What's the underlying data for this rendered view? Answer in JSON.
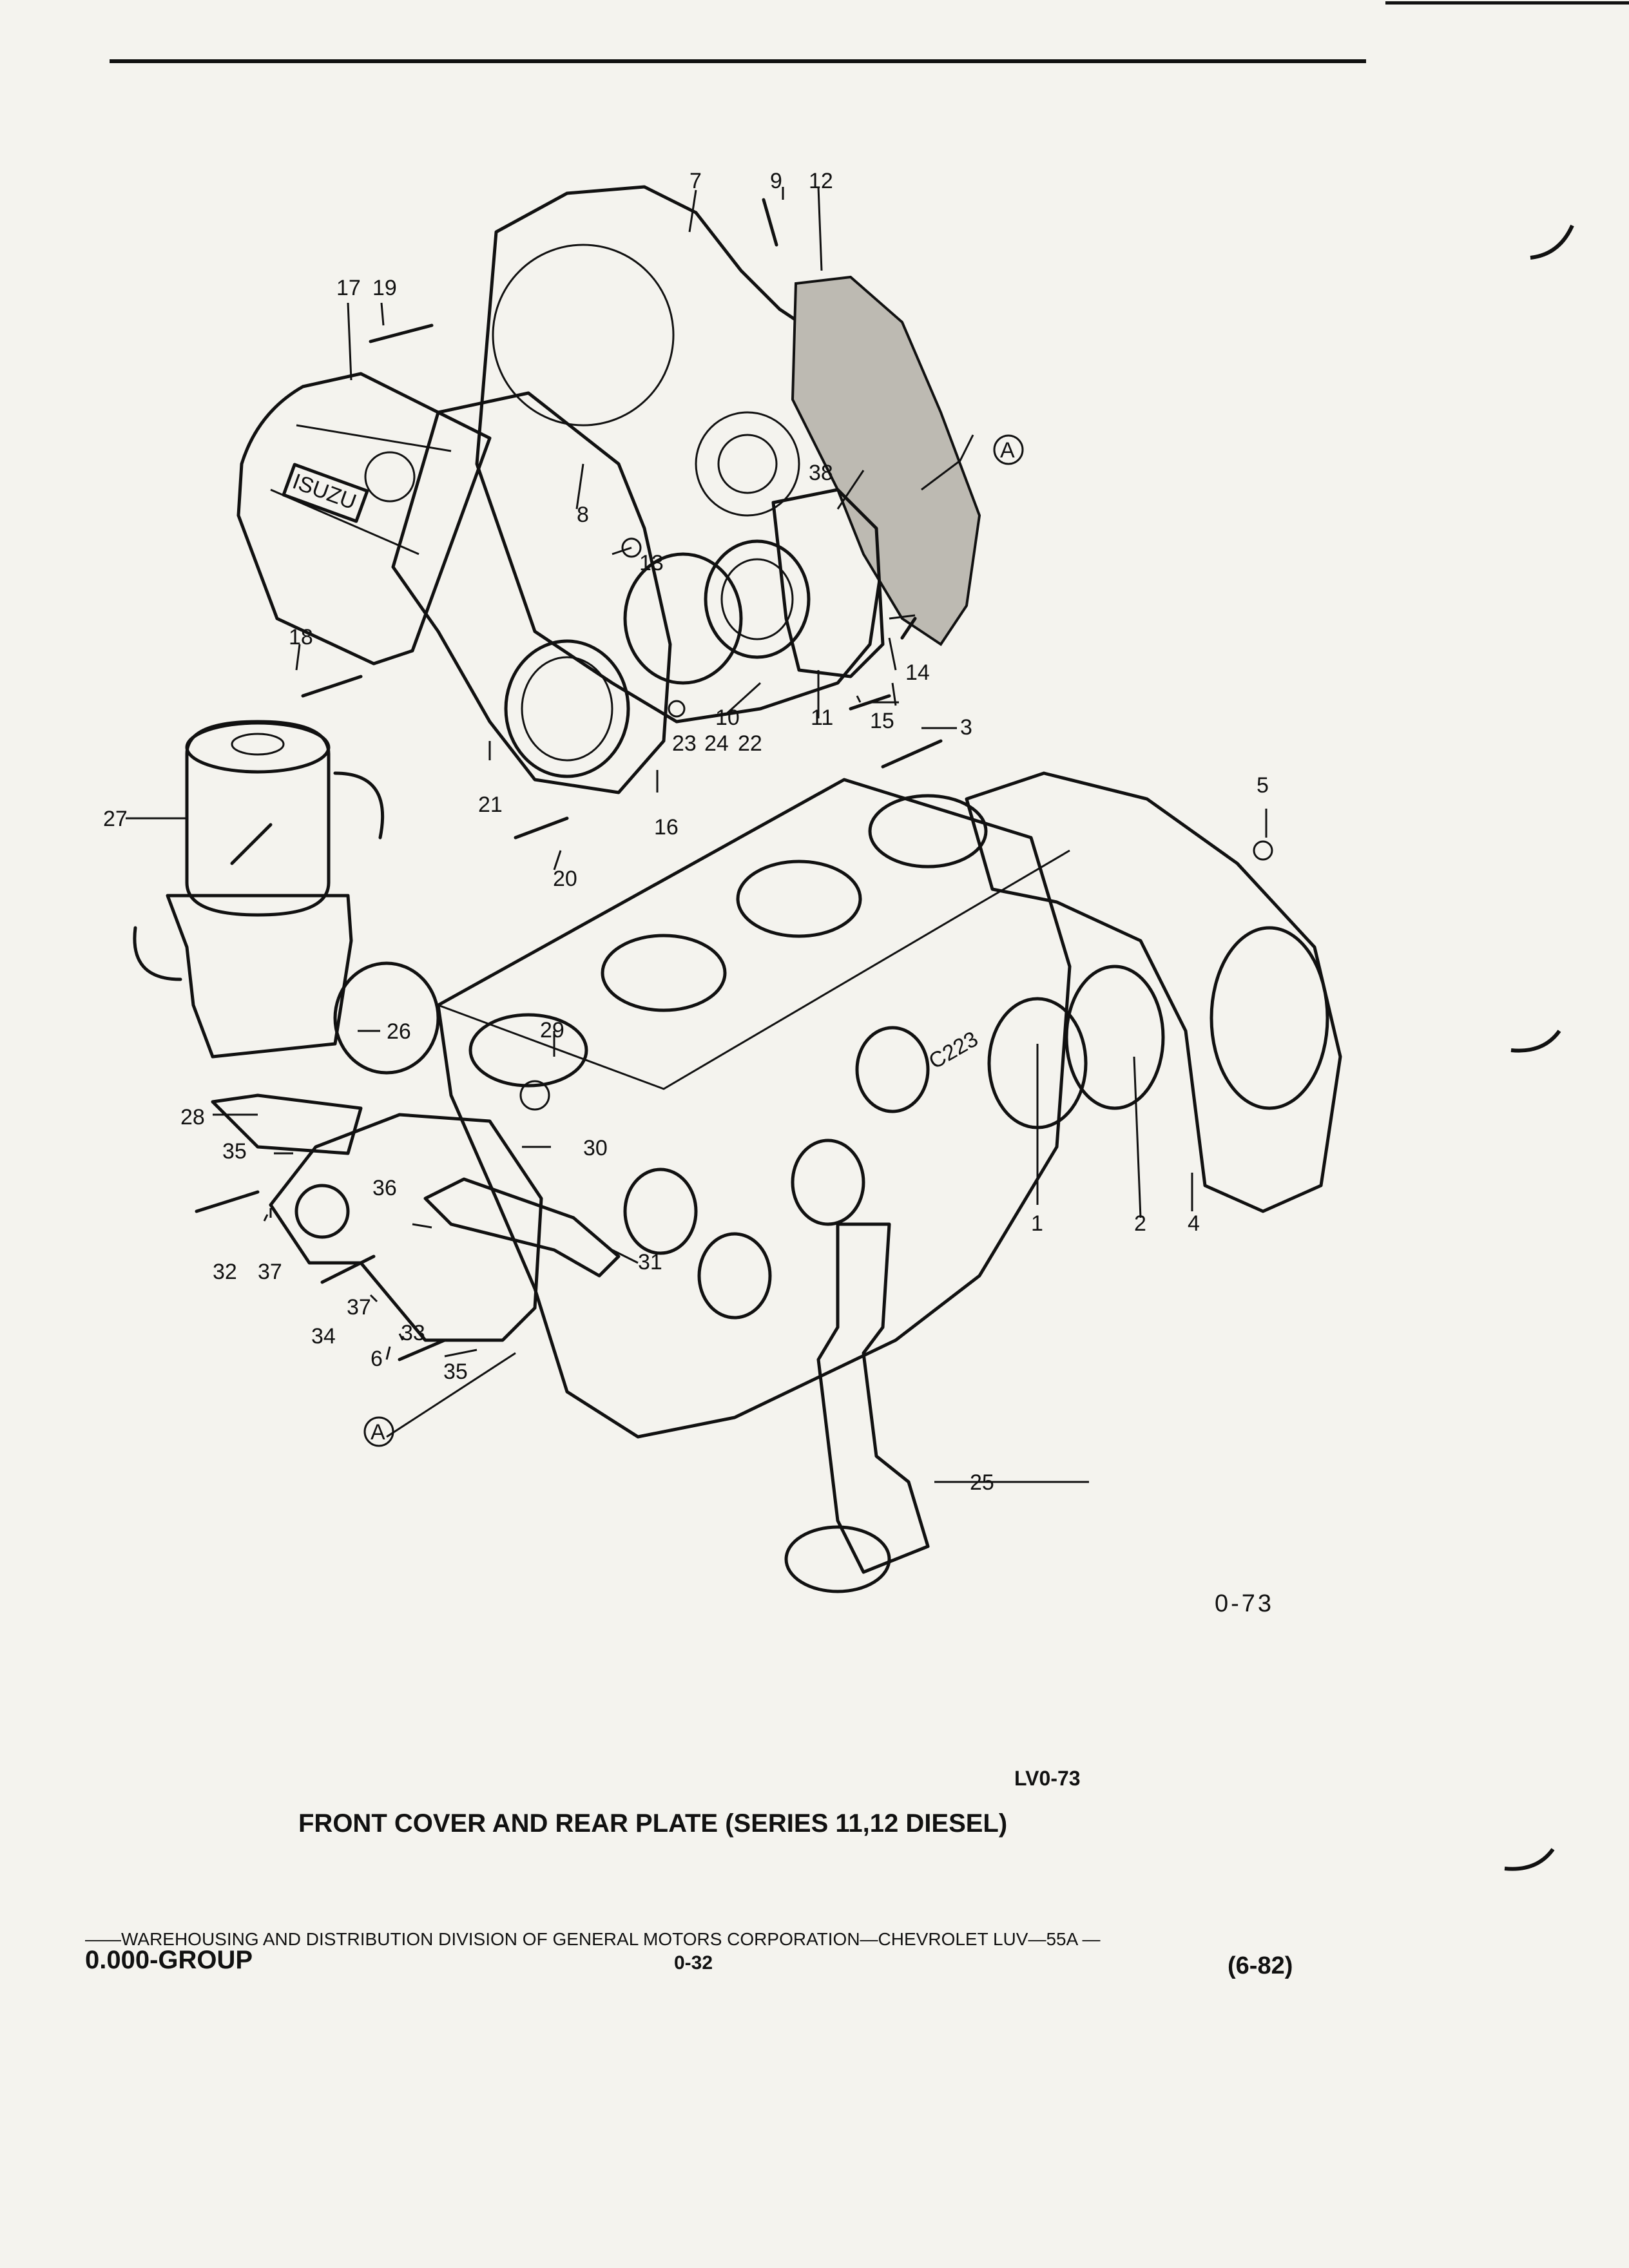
{
  "diagram": {
    "figure_code": "0-73",
    "figure_reference": "LV0-73",
    "caption": "FRONT COVER AND REAR PLATE (SERIES 11,12 DIESEL)",
    "cover_logo": "ISUZU",
    "block_casting_mark": "C223",
    "section_marker": "A",
    "callouts": {
      "c1": "1",
      "c2": "2",
      "c3": "3",
      "c4": "4",
      "c5": "5",
      "c6": "6",
      "c7": "7",
      "c8": "8",
      "c9": "9",
      "c10": "10",
      "c11": "11",
      "c12": "12",
      "c13": "13",
      "c14": "14",
      "c15": "15",
      "c16": "16",
      "c17": "17",
      "c18": "18",
      "c19": "19",
      "c20": "20",
      "c21": "21",
      "c22": "22",
      "c23": "23",
      "c24": "24",
      "c25": "25",
      "c26": "26",
      "c27": "27",
      "c28": "28",
      "c29": "29",
      "c30": "30",
      "c31": "31",
      "c32": "32",
      "c33": "33",
      "c34": "34",
      "c35": "35",
      "c35b": "35",
      "c36": "36",
      "c37": "37",
      "c37b": "37",
      "c38": "38"
    }
  },
  "footer": {
    "division_line": "——WAREHOUSING AND DISTRIBUTION  DIVISION OF GENERAL MOTORS CORPORATION—CHEVROLET LUV—55A   —",
    "group": "0.000-GROUP",
    "page_number": "0-32",
    "revision_date": "(6-82)"
  }
}
